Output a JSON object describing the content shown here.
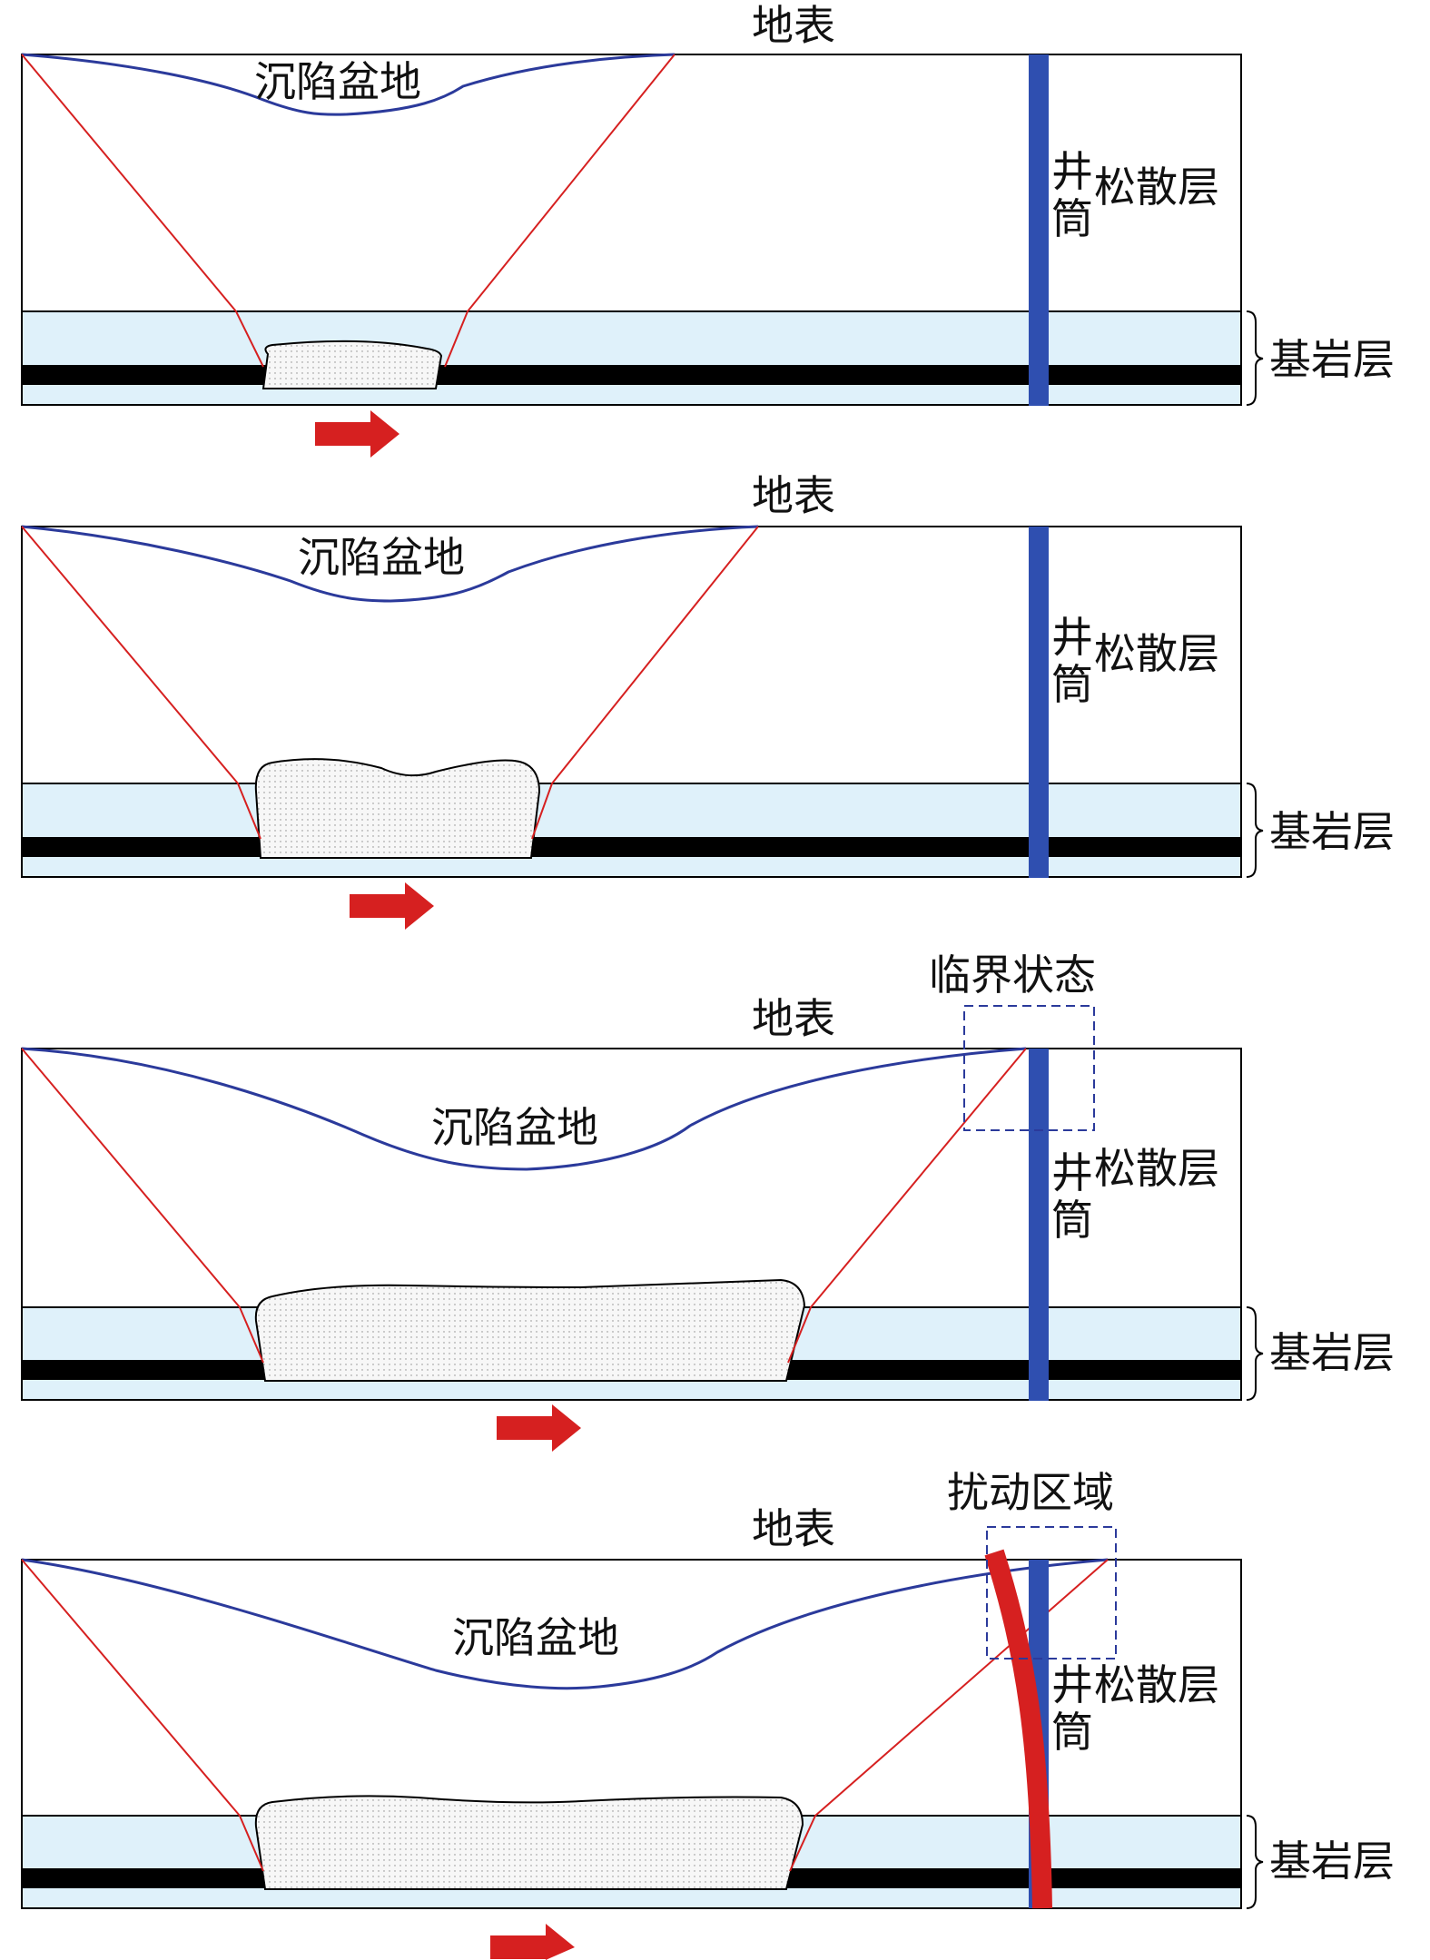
{
  "panels": [
    {
      "surface_label": "地表",
      "basin_label": "沉陷盆地",
      "shaft_label": "井筒",
      "loose_layer_label": "松散层",
      "bedrock_label": "基岩层",
      "callout_label": ""
    },
    {
      "surface_label": "地表",
      "basin_label": "沉陷盆地",
      "shaft_label": "井筒",
      "loose_layer_label": "松散层",
      "bedrock_label": "基岩层",
      "callout_label": ""
    },
    {
      "surface_label": "地表",
      "basin_label": "沉陷盆地",
      "shaft_label": "井筒",
      "loose_layer_label": "松散层",
      "bedrock_label": "基岩层",
      "callout_label": "临界状态"
    },
    {
      "surface_label": "地表",
      "basin_label": "沉陷盆地",
      "shaft_label": "井筒",
      "loose_layer_label": "松散层",
      "bedrock_label": "基岩层",
      "callout_label": "扰动区域"
    }
  ],
  "colors": {
    "subsidence_curve": "#2b3a9b",
    "influence_line": "#d62020",
    "shaft": "#2f4fb0",
    "disturbed_shaft": "#d62020",
    "bedrock_fill": "#dff1fa",
    "coal_seam": "#000000",
    "goaf_fill": "#f2f2f2",
    "advance_arrow": "#d62020",
    "outline": "#000000"
  }
}
